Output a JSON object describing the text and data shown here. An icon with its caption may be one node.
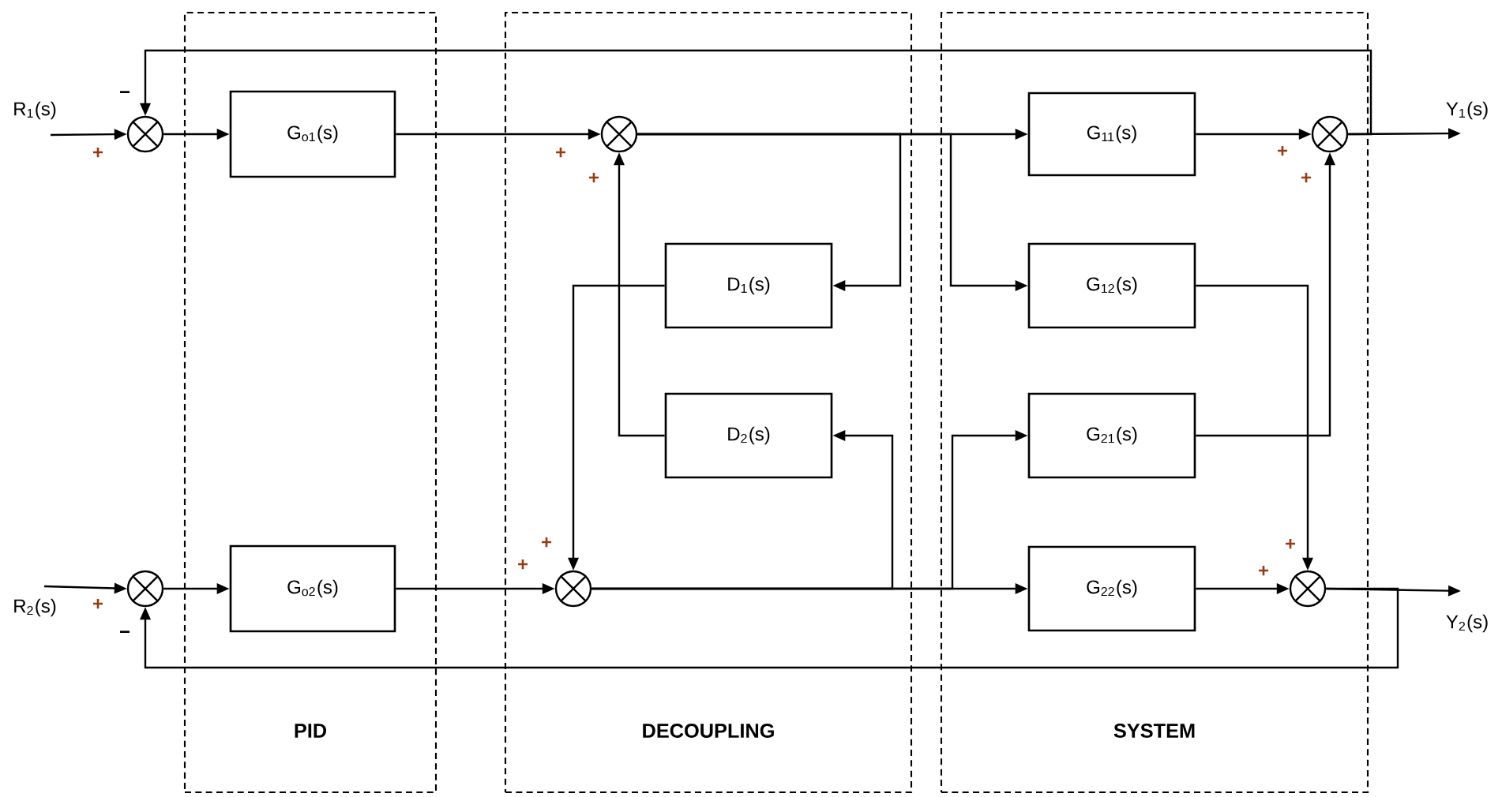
{
  "diagram": {
    "nodes": [
      {
        "text": [
          "PID"
        ]
      },
      {
        "text": [
          "DECOUPLING"
        ]
      },
      {
        "text": [
          "SYSTEM"
        ]
      },
      {
        "text": [
          "R$_{1}$(s)"
        ]
      },
      {
        "text": [],
        "shape": "circle"
      },
      {
        "text": [
          "G$_{o1}$(s)"
        ],
        "in": 0
      },
      {
        "text": [],
        "shape": "circle",
        "in": 1
      },
      {
        "text": [
          "D$_{1}$(s)"
        ],
        "in": 1
      },
      {
        "text": [
          "D$_{2}$(s)"
        ],
        "in": 1
      },
      {
        "text": [
          "G$_{11}$(s)"
        ],
        "in": 2
      },
      {
        "text": [
          "G$_{12}$(s)"
        ],
        "in": 2
      },
      {
        "text": [
          "G$_{21}$(s)"
        ],
        "in": 2
      },
      {
        "text": [
          "G$_{22}$(s)"
        ],
        "in": 2
      },
      {
        "text": [],
        "shape": "circle",
        "in": 2
      },
      {
        "text": [
          "Y$_{1}$(s)"
        ]
      },
      {
        "text": [
          "R$_{2}$(s)"
        ]
      },
      {
        "text": [],
        "shape": "circle"
      },
      {
        "text": [
          "G$_{o2}$(s)"
        ],
        "in": 0
      },
      {
        "text": [],
        "shape": "circle",
        "in": 1
      },
      {
        "text": [],
        "shape": "circle",
        "in": 2
      },
      {
        "text": [
          "Y$_{2}$(s)"
        ]
      }
    ],
    "edges": [
      {
        "from": 3,
        "to": 4,
        "arrow": "to",
        "label": "+"
      },
      {
        "from": 4,
        "to": 5,
        "arrow": "to"
      },
      {
        "from": 5,
        "to": 6,
        "arrow": "to",
        "label": "+"
      },
      {
        "from": 6,
        "to": 9,
        "arrow": "to"
      },
      {
        "from": 6,
        "to": 10,
        "arrow": "to"
      },
      {
        "from": 6,
        "to": 7,
        "arrow": "to"
      },
      {
        "from": 7,
        "to": 18,
        "arrow": "to",
        "label": "+"
      },
      {
        "from": 8,
        "to": 6,
        "arrow": "to",
        "label": "+"
      },
      {
        "from": 15,
        "to": 16,
        "arrow": "to",
        "label": "+"
      },
      {
        "from": 16,
        "to": 17,
        "arrow": "to"
      },
      {
        "from": 17,
        "to": 18,
        "arrow": "to",
        "label": "+"
      },
      {
        "from": 18,
        "to": 12,
        "arrow": "to"
      },
      {
        "from": 18,
        "to": 11,
        "arrow": "to"
      },
      {
        "from": 18,
        "to": 8,
        "arrow": "to"
      },
      {
        "from": 9,
        "to": 13,
        "arrow": "to",
        "label": "+"
      },
      {
        "from": 11,
        "to": 13,
        "arrow": "to",
        "label": "+"
      },
      {
        "from": 10,
        "to": 19,
        "arrow": "to",
        "label": "+"
      },
      {
        "from": 12,
        "to": 19,
        "arrow": "to",
        "label": "+"
      },
      {
        "from": 13,
        "to": 14,
        "arrow": "to"
      },
      {
        "from": 19,
        "to": 20,
        "arrow": "to"
      },
      {
        "from": 13,
        "to": 4,
        "arrow": "to",
        "label": "−"
      },
      {
        "from": 19,
        "to": 16,
        "arrow": "to",
        "label": "−"
      }
    ]
  }
}
